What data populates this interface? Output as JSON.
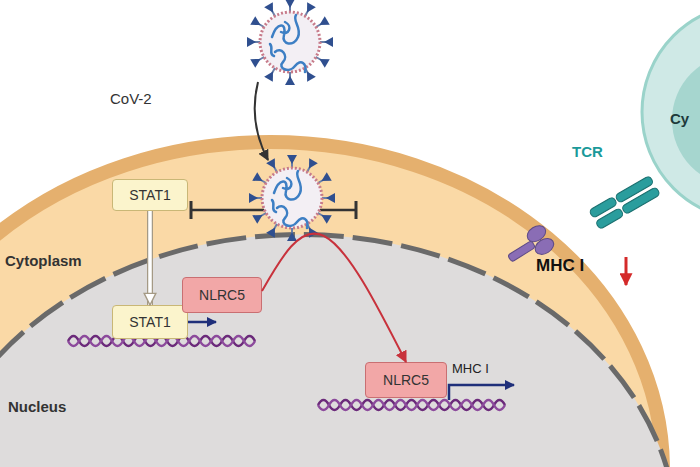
{
  "diagram": {
    "nodes": [
      {
        "text": [
          "Cytoplasm"
        ]
      },
      {
        "text": [
          "Nucleus"
        ],
        "in": 0
      },
      {
        "text": [
          "STAT1"
        ],
        "in": 0
      },
      {
        "text": [
          "STAT1"
        ],
        "in": 1
      },
      {
        "text": [
          "NLRC5"
        ],
        "in": 1
      },
      {
        "text": [
          "NLRC5"
        ],
        "in": 1
      }
    ],
    "edges": [
      {
        "from": 2,
        "to": 3,
        "arrow": "to"
      },
      {
        "from": 4,
        "to": 5,
        "arrow": "to"
      }
    ],
    "labels": [
      "CoV-2",
      "Cy",
      "TCR",
      "MHC I",
      "MHC I"
    ]
  }
}
